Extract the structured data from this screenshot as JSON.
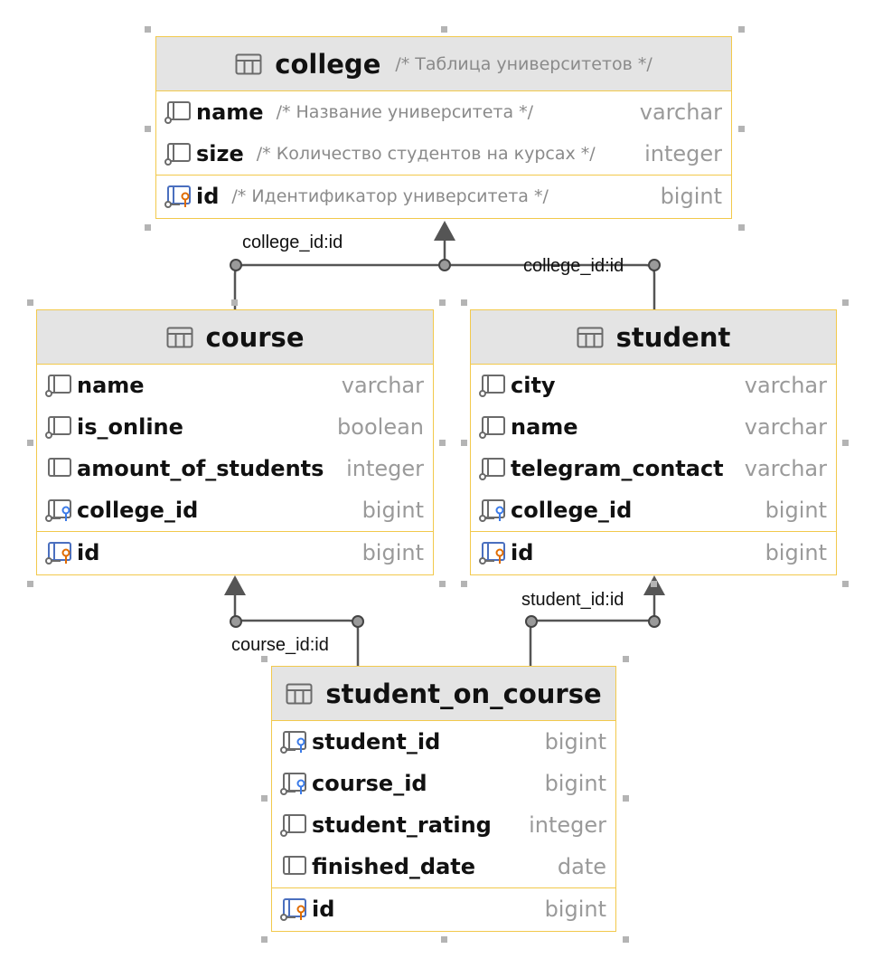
{
  "tables": {
    "college": {
      "name": "college",
      "comment": "/* Таблица университетов */",
      "columns": [
        {
          "name": "name",
          "comment": "/* Название университета */",
          "type": "varchar"
        },
        {
          "name": "size",
          "comment": "/* Количество студентов на курсах */",
          "type": "integer"
        }
      ],
      "pk": {
        "name": "id",
        "comment": "/* Идентификатор университета */",
        "type": "bigint"
      }
    },
    "course": {
      "name": "course",
      "columns": [
        {
          "name": "name",
          "type": "varchar"
        },
        {
          "name": "is_online",
          "type": "boolean"
        },
        {
          "name": "amount_of_students",
          "type": "integer"
        },
        {
          "name": "college_id",
          "type": "bigint"
        }
      ],
      "pk": {
        "name": "id",
        "type": "bigint"
      }
    },
    "student": {
      "name": "student",
      "columns": [
        {
          "name": "city",
          "type": "varchar"
        },
        {
          "name": "name",
          "type": "varchar"
        },
        {
          "name": "telegram_contact",
          "type": "varchar"
        },
        {
          "name": "college_id",
          "type": "bigint"
        }
      ],
      "pk": {
        "name": "id",
        "type": "bigint"
      }
    },
    "student_on_course": {
      "name": "student_on_course",
      "columns": [
        {
          "name": "student_id",
          "type": "bigint"
        },
        {
          "name": "course_id",
          "type": "bigint"
        },
        {
          "name": "student_rating",
          "type": "integer"
        },
        {
          "name": "finished_date",
          "type": "date"
        }
      ],
      "pk": {
        "name": "id",
        "type": "bigint"
      }
    }
  },
  "relations": {
    "course_college": "college_id:id",
    "student_college": "college_id:id",
    "soc_course": "course_id:id",
    "soc_student": "student_id:id"
  },
  "icons": {
    "table": "table-icon",
    "column": "column-icon",
    "foreign_key": "foreign-key-column-icon",
    "primary_key": "primary-key-column-icon"
  },
  "colors": {
    "border": "#f2c94c",
    "header": "#e4e4e4",
    "fk_key": "#3b7be8",
    "pk_key": "#e06c00",
    "edge": "#555555"
  }
}
